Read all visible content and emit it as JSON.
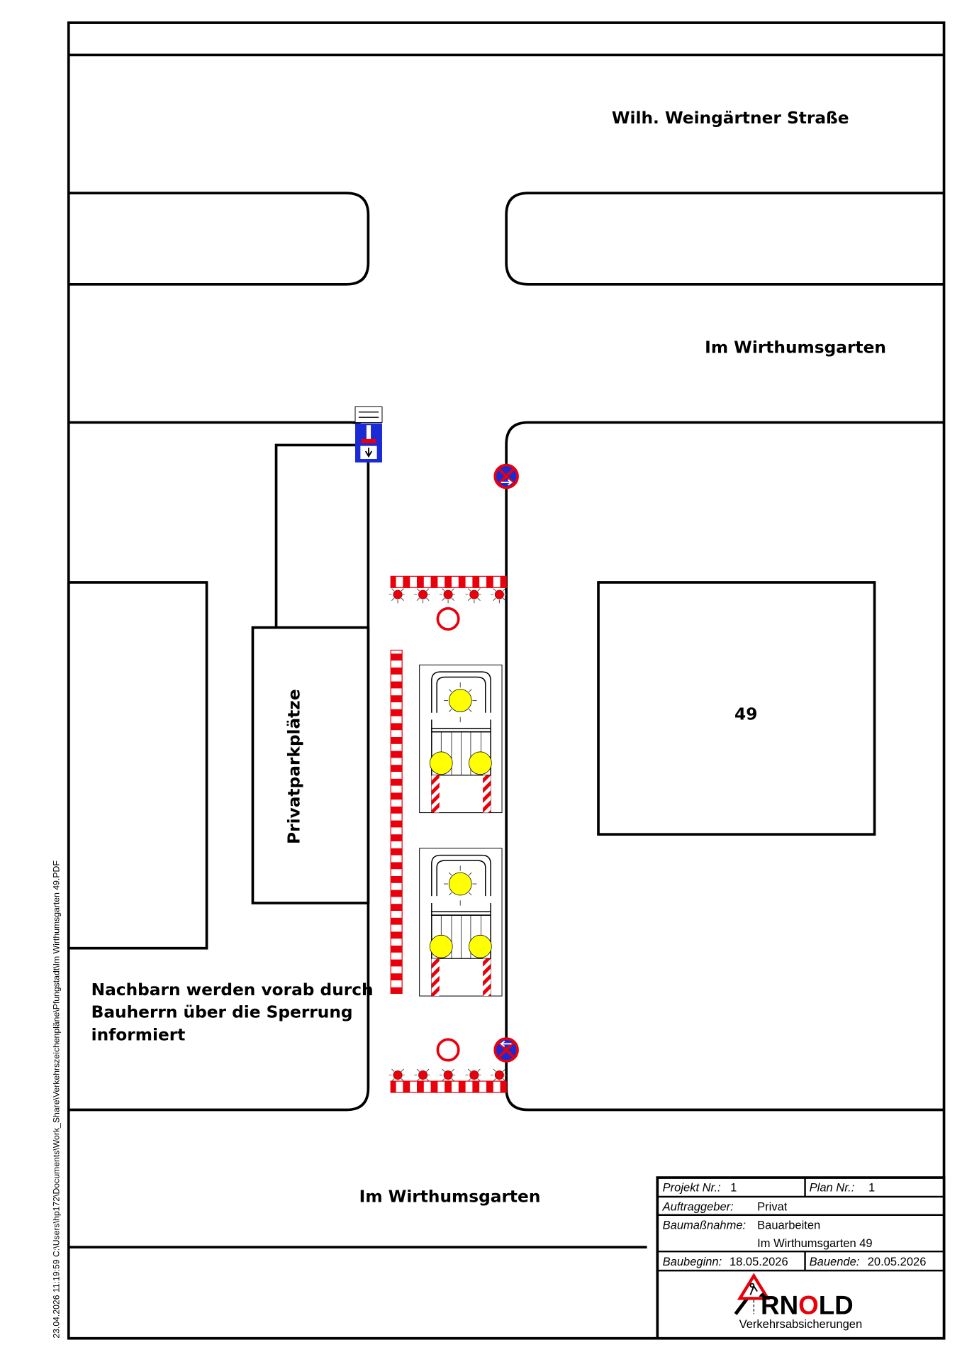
{
  "streets": {
    "top": "Wilh. Weingärtner Straße",
    "middle": "Im Wirthumsgarten",
    "bottom": "Im Wirthumsgarten"
  },
  "labels": {
    "parking": "Privatparkplätze",
    "building": "49",
    "note_lines": [
      "Nachbarn werden vorab durch",
      "Bauherrn über die Sperrung",
      "informiert"
    ]
  },
  "side_text": "23.04.2026 11:19:59 C:\\Users\\hp172\\Documents\\Work_Share\\Verkehrszeichenpläne\\Pfungstadt\\Im Wirthumsgarten 49.PDF",
  "title_block": {
    "projekt_label": "Projekt Nr.:",
    "projekt_value": "1",
    "plan_label": "Plan Nr.:",
    "plan_value": "1",
    "auftraggeber_label": "Auftraggeber:",
    "auftraggeber_value": "Privat",
    "massnahme_label": "Baumaßnahme:",
    "massnahme_value_1": "Bauarbeiten",
    "massnahme_value_2": "Im Wirthumsgarten 49",
    "beginn_label": "Baubeginn:",
    "beginn_value": "18.05.2026",
    "ende_label": "Bauende:",
    "ende_value": "20.05.2026",
    "logo_text": "ARNOLD",
    "logo_sub": "Verkehrsabsicherungen"
  },
  "colors": {
    "red": "#e8000b",
    "blue": "#1a2bd6",
    "yellow": "#ffff00"
  }
}
